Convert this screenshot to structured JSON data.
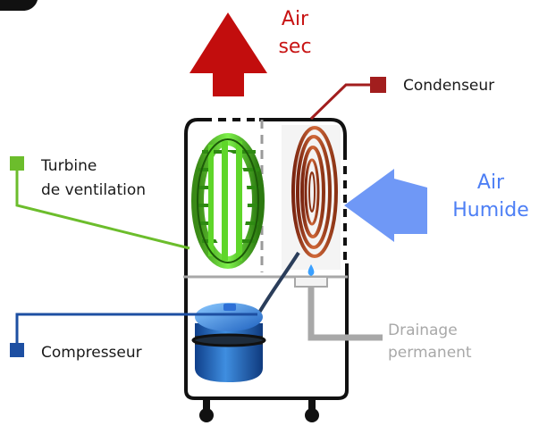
{
  "colors": {
    "air_sec": "#c81414",
    "air_humide": "#4d7ff5",
    "arrow_dry": "#c20d0d",
    "arrow_humid": "#6f98f6",
    "condenser_line": "#a21e1e",
    "turbine_line": "#6cbd2c",
    "compressor_line": "#1d4fa2",
    "drain_line": "#a8a8a8",
    "drain_text": "#a8a8a8",
    "text": "#1a1a1a"
  },
  "labels": {
    "air_sec": [
      "Air",
      "sec"
    ],
    "condenseur": "Condenseur",
    "turbine": [
      "Turbine",
      "de ventilation"
    ],
    "air_humide": [
      "Air",
      "Humide"
    ],
    "compresseur": "Compresseur",
    "drainage": [
      "Drainage",
      "permanent"
    ]
  },
  "icons": {
    "fan": "green-turbine-icon",
    "coil": "copper-condenser-coil-icon",
    "compressor": "blue-compressor-icon",
    "droplet": "water-droplet-icon"
  }
}
